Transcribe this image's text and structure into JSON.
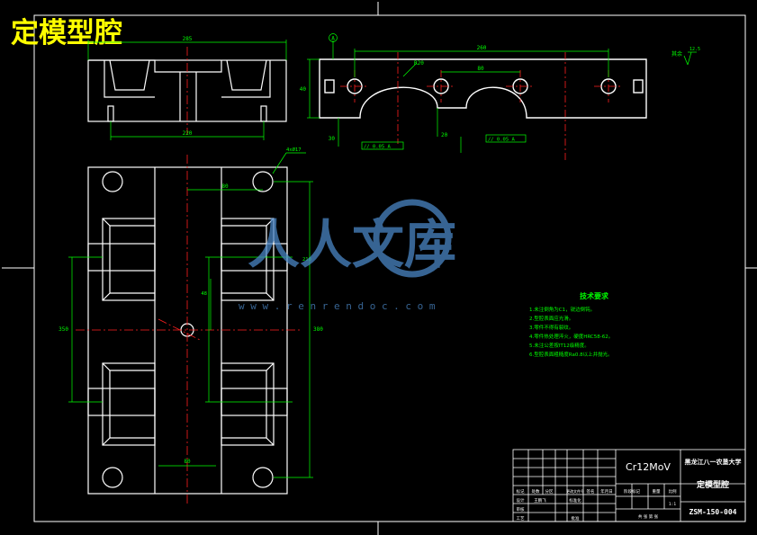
{
  "title": "定模型腔",
  "colors": {
    "background": "#000000",
    "outline": "#ffffff",
    "dimension": "#00ff00",
    "center_line": "#ff2020",
    "title_text": "#ffff00",
    "notes": "#00ff00",
    "watermark": "#4a86c5"
  },
  "top_view": {
    "dim_top": "285",
    "dim_bottom": "220"
  },
  "side_view": {
    "section_mark": "A",
    "dim_top": "260",
    "dim_mid": "80",
    "dim_left": "40",
    "dim_bottom_left": "30",
    "dim_bottom_right": "20",
    "dim_angle": "R20",
    "tolerance_left": "// 0.05 A",
    "tolerance_right": "// 0.05 A",
    "roughness_label": "其余",
    "roughness_value": "12.5"
  },
  "plan_view": {
    "hole_label": "4xØ17",
    "dim_top": "80",
    "dim_left": "350",
    "dim_right": "380",
    "dim_inner_left": "210",
    "dim_inner_small": "48",
    "dim_bottom": "80"
  },
  "technical_requirements": {
    "heading": "技术要求",
    "items": [
      "1.未注倒角为C1，锐边倒钝。",
      "2.型腔表面应光滑。",
      "3.零件不得有裂纹。",
      "4.零件热处理淬火，硬度HRC58-62。",
      "5.未注公差按IT12级精度。",
      "6.型腔表面粗糙度Ra0.8以上并抛光。"
    ]
  },
  "title_block": {
    "material": "Cr12MoV",
    "university": "黑龙江八一农垦大学",
    "part_name": "定模型腔",
    "drawing_no": "ZSM-150-004",
    "scale": "1:1",
    "header_cells": [
      "标记",
      "处数",
      "分区",
      "更改文件号",
      "签名",
      "年月日"
    ],
    "row_design": "设计",
    "row_review": "审核",
    "row_process": "工艺",
    "row_standard": "标准化",
    "row_approve": "批准",
    "stage_label": "阶段标记",
    "weight_label": "重量",
    "scale_label": "比例",
    "sheets_label": "共 张 第 张",
    "designer": "王鹏飞"
  },
  "watermark": {
    "cn_text": "人人文库",
    "url": "w w w . r e n r e n d o c . c o m"
  }
}
